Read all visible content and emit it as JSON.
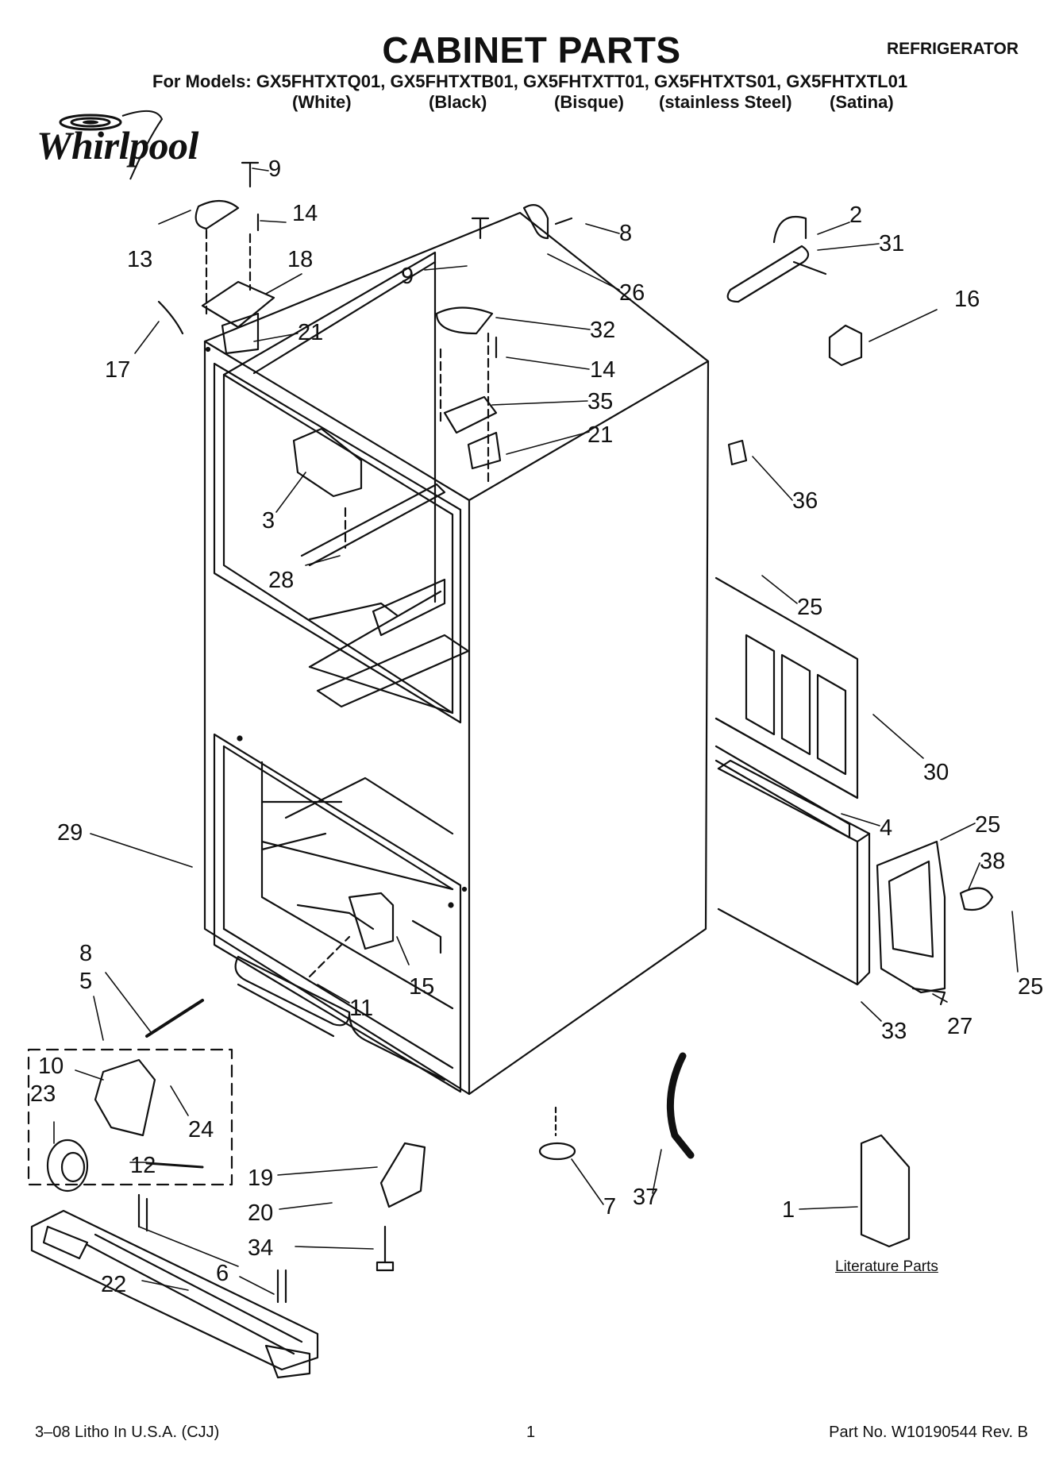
{
  "header": {
    "title": "CABINET PARTS",
    "category": "REFRIGERATOR",
    "models_line": "For Models: GX5FHTXTQ01, GX5FHTXTB01, GX5FHTXTT01, GX5FHTXTS01, GX5FHTXTL01",
    "colors": [
      "(White)",
      "(Black)",
      "(Bisque)",
      "(stainless Steel)",
      "(Satina)"
    ]
  },
  "brand": "Whirlpool",
  "diagram": {
    "callout_numbers": [
      "9",
      "14",
      "13",
      "18",
      "17",
      "21",
      "8",
      "26",
      "9",
      "32",
      "14",
      "35",
      "21",
      "2",
      "31",
      "16",
      "3",
      "28",
      "36",
      "25",
      "30",
      "4",
      "25",
      "38",
      "25",
      "27",
      "33",
      "29",
      "15",
      "11",
      "8",
      "5",
      "10",
      "23",
      "24",
      "12",
      "19",
      "20",
      "34",
      "7",
      "37",
      "1",
      "6",
      "22"
    ],
    "literature_label": "Literature Parts"
  },
  "footer": {
    "litho": "3–08 Litho In U.S.A. (CJJ)",
    "page": "1",
    "part_no": "Part No. W10190544 Rev. B"
  },
  "colors": {
    "ink": "#111111",
    "paper": "#ffffff"
  }
}
